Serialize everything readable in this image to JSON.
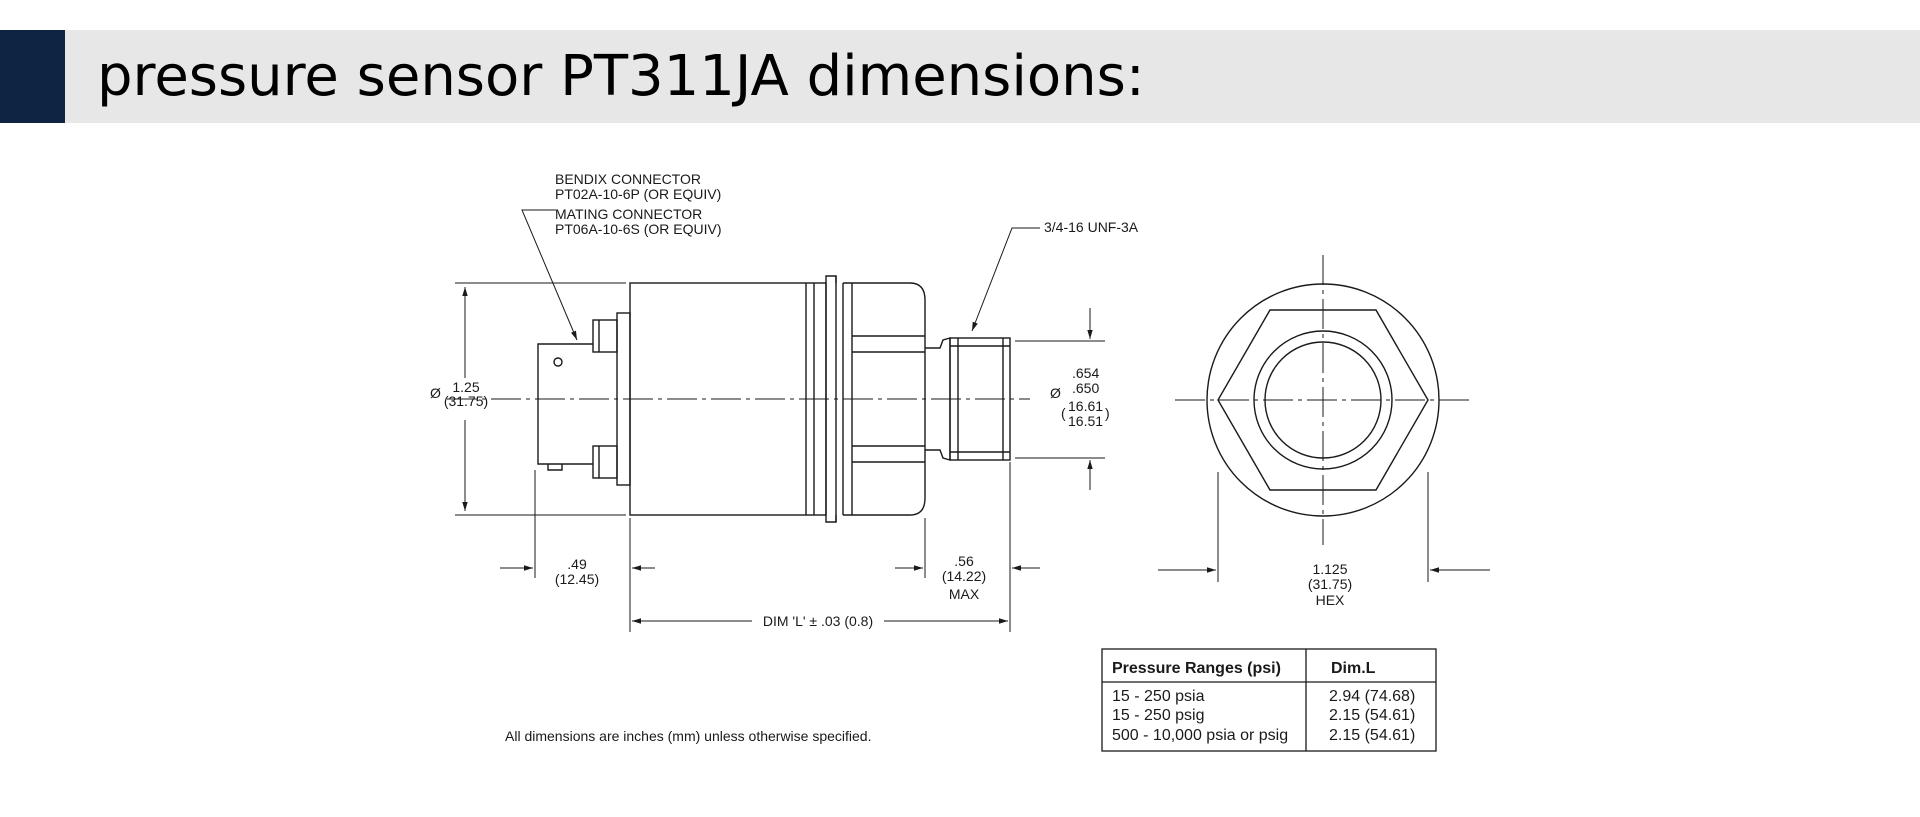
{
  "title": "pressure sensor PT311JA dimensions:",
  "callouts": {
    "connector_line1": "BENDIX CONNECTOR",
    "connector_line2": "PT02A-10-6P (OR EQUIV)",
    "connector_line3": "MATING CONNECTOR",
    "connector_line4": "PT06A-10-6S (OR EQUIV)",
    "thread": "3/4-16 UNF-3A"
  },
  "dimensions": {
    "body_dia_symbol": "Ø",
    "body_dia_in": "1.25",
    "body_dia_mm": "(31.75)",
    "port_dia_symbol": "Ø",
    "port_dia_in_1": ".654",
    "port_dia_in_2": ".650",
    "port_dia_mm_1": "16.61",
    "port_dia_mm_2": "16.51",
    "connector_len_in": ".49",
    "connector_len_mm": "(12.45)",
    "port_len_in": ".56",
    "port_len_mm": "(14.22)",
    "port_len_note": "MAX",
    "overall_len": "DIM 'L' ± .03 (0.8)",
    "hex_in": "1.125",
    "hex_mm": "(31.75)",
    "hex_label": "HEX"
  },
  "note": "All dimensions are inches (mm) unless otherwise specified.",
  "table": {
    "headers": [
      "Pressure Ranges (psi)",
      "Dim.L"
    ],
    "rows": [
      [
        "15 - 250 psia",
        "2.94 (74.68)"
      ],
      [
        "15 - 250 psig",
        "2.15 (54.61)"
      ],
      [
        "500 - 10,000 psia or psig",
        "2.15 (54.61)"
      ]
    ]
  }
}
